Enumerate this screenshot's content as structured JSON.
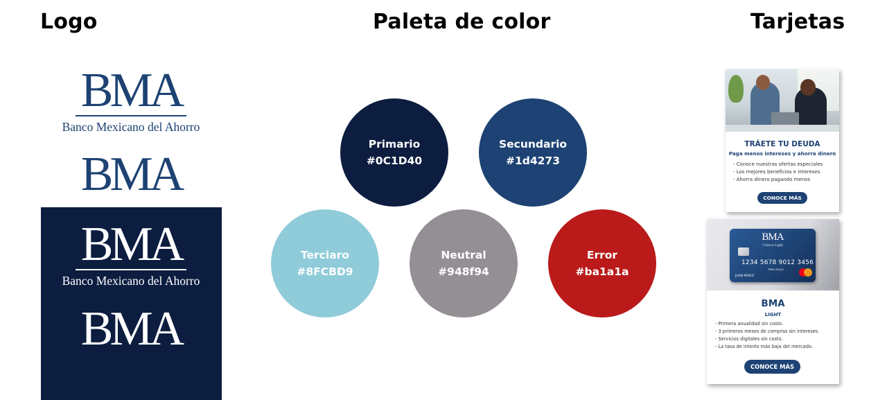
{
  "headings": {
    "logo": "Logo",
    "palette": "Paleta de color",
    "cards": "Tarjetas"
  },
  "logo": {
    "wordmark": "BMA",
    "tagline": "Banco Mexicano del Ahorro"
  },
  "palette": [
    {
      "name": "Primario",
      "hex": "#0C1D40",
      "color": "#0c1d40"
    },
    {
      "name": "Secundario",
      "hex": "#1d4273",
      "color": "#1d4273"
    },
    {
      "name": "Terciaro",
      "hex": "#8FCBD9",
      "color": "#8fcbd9"
    },
    {
      "name": "Neutral",
      "hex": "#948f94",
      "color": "#948f94"
    },
    {
      "name": "Error",
      "hex": "#ba1a1a",
      "color": "#ba1a1a"
    }
  ],
  "card_debt": {
    "title": "TRÁETE TU DEUDA",
    "subtitle": "Paga menos intereses y ahorra dinero",
    "items": [
      "- Conoce nuestras ofertas especiales",
      "- Los mejores beneficios e intereses",
      "- Ahorra dinero pagando menos"
    ],
    "button": "CONOCE MÁS"
  },
  "card_light": {
    "credit_card": {
      "brand": "BMA",
      "product": "Clásica Light",
      "number": "1234 5678 9012 3456",
      "thru": "THRU 00/24",
      "holder": "JUAN PEREZ"
    },
    "title": "BMA",
    "subtitle": "LIGHT",
    "items": [
      "- Primera anualidad sin costo.",
      "- 3 primeros meses de compras sin intereses.",
      "- Servicios digitales sin costo.",
      "- La tasa de interés más baja del mercado."
    ],
    "button": "CONOCE MÁS"
  }
}
